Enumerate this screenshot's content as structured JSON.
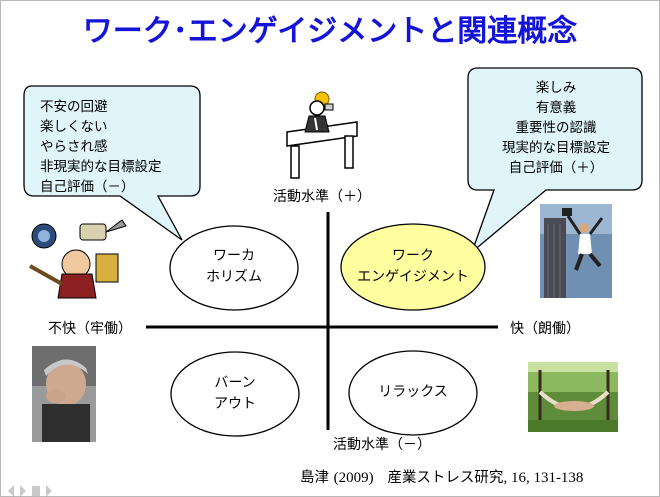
{
  "title": "ワーク･エンゲイジメントと関連概念",
  "axes": {
    "top": "活動水準（＋）",
    "bottom": "活動水準（－）",
    "left": "不快（牢働）",
    "right": "快（朗働）"
  },
  "quadrants": {
    "workaholism": [
      "ワーカ",
      "ホリズム"
    ],
    "work_engagement": [
      "ワーク",
      "エンゲイジメント"
    ],
    "burnout": [
      "バーン",
      "アウト"
    ],
    "relax": [
      "リラックス"
    ]
  },
  "callouts": {
    "left": [
      "不安の回避",
      "楽しくない",
      "やらされ感",
      "非現実的な目標設定",
      "自己評価（－）"
    ],
    "right": [
      "楽しみ",
      "有意義",
      "重要性の認識",
      "現実的な目標設定",
      "自己評価（＋）"
    ]
  },
  "citation": {
    "author": "島津",
    "year": "(2009)",
    "journal": "産業ストレス研究",
    "volume": ", 16, 131-138"
  },
  "colors": {
    "title": "#1414d8",
    "callout_fill": "#dff5fa",
    "engagement_fill": "#ffffa0",
    "axis": "#000000"
  }
}
